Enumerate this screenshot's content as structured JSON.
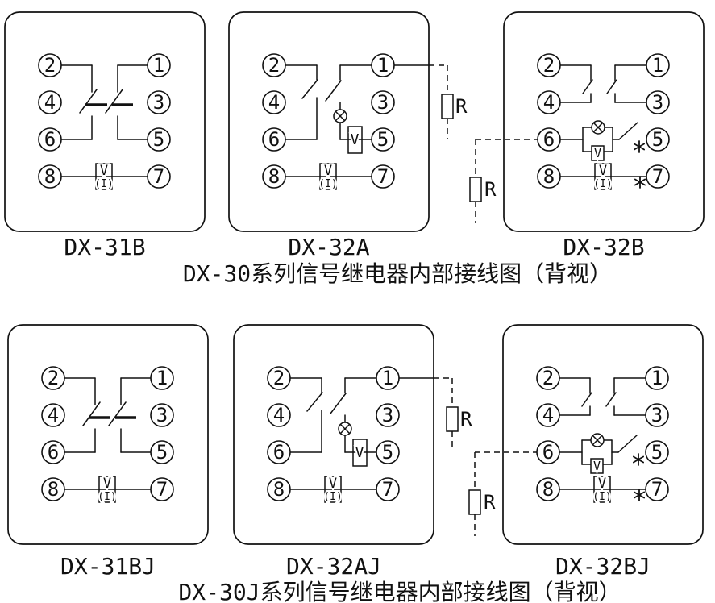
{
  "captions": {
    "top": "DX-30系列信号继电器内部接线图（背视）",
    "bottom": "DX-30J系列信号继电器内部接线图（背视）"
  },
  "diagrams": [
    {
      "label": "DX-31B",
      "terminals_left": [
        "2",
        "4",
        "6",
        "8"
      ],
      "terminals_right": [
        "1",
        "3",
        "5",
        "7"
      ],
      "coil": {
        "top": "V",
        "bottom": "(I)"
      }
    },
    {
      "label": "DX-32A",
      "terminals_left": [
        "2",
        "4",
        "6",
        "8"
      ],
      "terminals_right": [
        "1",
        "3",
        "5",
        "7"
      ],
      "coil": {
        "top": "V",
        "bottom": "(I)"
      },
      "meter_label": "V",
      "resistor_label": "R"
    },
    {
      "label": "DX-32B",
      "terminals_left": [
        "2",
        "4",
        "6",
        "8"
      ],
      "terminals_right": [
        "1",
        "3",
        "5",
        "7"
      ],
      "coil": {
        "top": "V",
        "bottom": "(I)"
      },
      "meter_label": "V",
      "resistor_label": "R",
      "star_mark": "*"
    },
    {
      "label": "DX-31BJ",
      "terminals_left": [
        "2",
        "4",
        "6",
        "8"
      ],
      "terminals_right": [
        "1",
        "3",
        "5",
        "7"
      ],
      "coil": {
        "top": "V",
        "bottom": "(I)"
      }
    },
    {
      "label": "DX-32AJ",
      "terminals_left": [
        "2",
        "4",
        "6",
        "8"
      ],
      "terminals_right": [
        "1",
        "3",
        "5",
        "7"
      ],
      "coil": {
        "top": "V",
        "bottom": "(I)"
      },
      "meter_label": "V",
      "resistor_label": "R"
    },
    {
      "label": "DX-32BJ",
      "terminals_left": [
        "2",
        "4",
        "6",
        "8"
      ],
      "terminals_right": [
        "1",
        "3",
        "5",
        "7"
      ],
      "coil": {
        "top": "V",
        "bottom": "(I)"
      },
      "meter_label": "V",
      "resistor_label": "R",
      "star_mark": "*"
    }
  ],
  "colors": {
    "line": "#111111",
    "background": "#ffffff"
  },
  "symbols": {
    "lamp-icon": "circle with diagonal cross (indicator lamp)",
    "asterisk-icon": "*",
    "resistor-icon": "small rectangle labelled R",
    "contact-blade-icon": "slanted open-contact blade"
  }
}
